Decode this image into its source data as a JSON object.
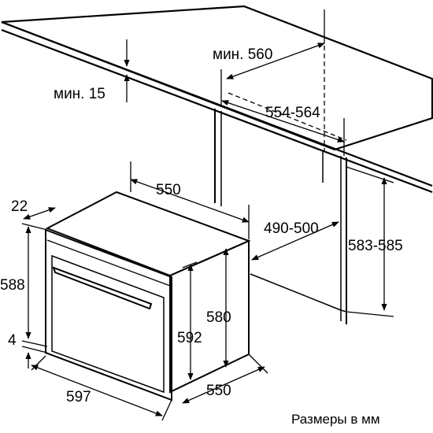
{
  "labels": {
    "min_depth_cabinet": "мин. 560",
    "min_top_clearance": "мин. 15",
    "niche_width": "554-564",
    "oven_width_top": "550",
    "niche_depth": "490-500",
    "niche_height": "583-585",
    "side_top": "22",
    "front_height": "588",
    "bottom_offset": "4",
    "front_width": "597",
    "oven_height_total": "592",
    "oven_height_body": "580",
    "oven_depth_bottom": "550"
  },
  "caption": "Размеры в мм",
  "colors": {
    "line": "#000000",
    "background": "#ffffff"
  }
}
